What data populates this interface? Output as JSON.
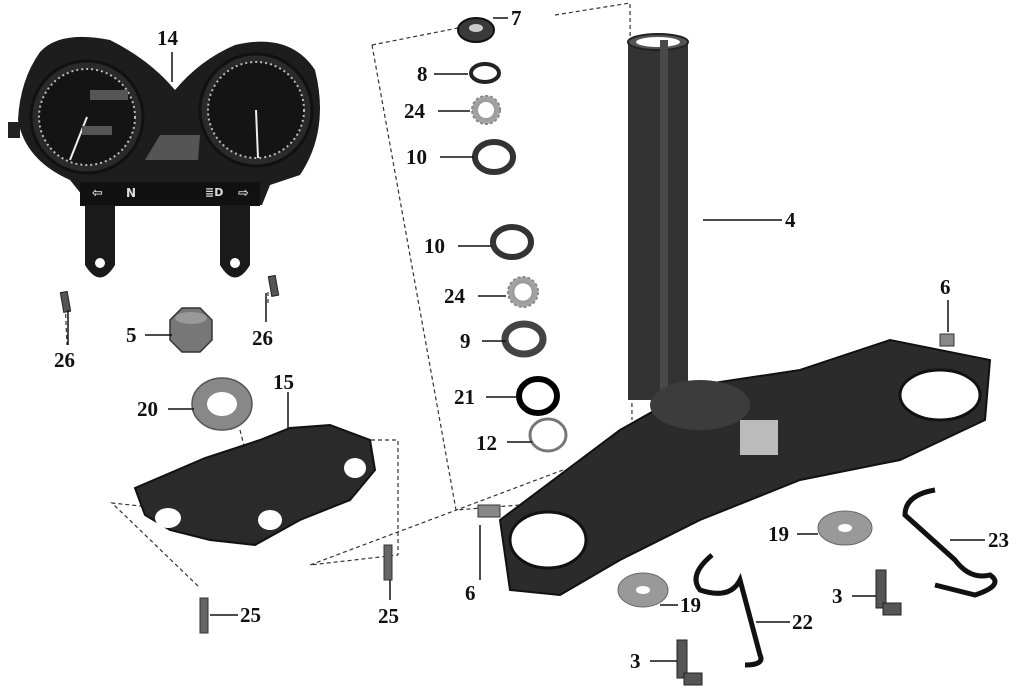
{
  "diagram": {
    "labels": {
      "l14": "14",
      "l7": "7",
      "l8": "8",
      "l24a": "24",
      "l10a": "10",
      "l4": "4",
      "l10b": "10",
      "l24b": "24",
      "l6a": "6",
      "l5": "5",
      "l26a": "26",
      "l26b": "26",
      "l9": "9",
      "l15": "15",
      "l20": "20",
      "l21": "21",
      "l12": "12",
      "l19a": "19",
      "l23": "23",
      "l6b": "6",
      "l3a": "3",
      "l19b": "19",
      "l22": "22",
      "l25a": "25",
      "l25b": "25",
      "l3b": "3"
    },
    "gauge_symbols": {
      "left_turn": "⇦",
      "neutral": "N",
      "highbeam": "≣D",
      "right_turn": "⇨"
    }
  }
}
